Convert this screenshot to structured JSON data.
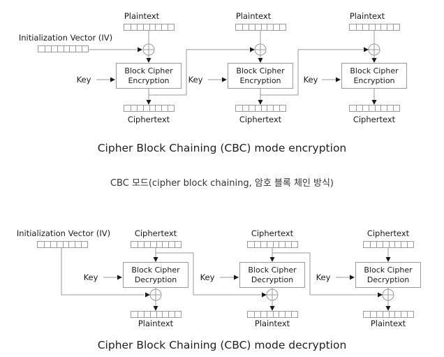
{
  "colors": {
    "line": "#9a9a9a",
    "arrow": "#1a1a1a",
    "text": "#1a1a1a",
    "caption": "#202122",
    "korean_caption": "#333333",
    "background": "#ffffff"
  },
  "register_cells": 8,
  "encryption": {
    "caption": "Cipher Block Chaining (CBC) mode encryption",
    "iv_label": "Initialization Vector (IV)",
    "key_label": "Key",
    "input_label": "Plaintext",
    "output_label": "Ciphertext",
    "box_line1": "Block Cipher",
    "box_line2": "Encryption"
  },
  "decryption": {
    "caption": "Cipher Block Chaining (CBC) mode decryption",
    "iv_label": "Initialization Vector (IV)",
    "key_label": "Key",
    "input_label": "Ciphertext",
    "output_label": "Plaintext",
    "box_line1": "Block Cipher",
    "box_line2": "Decryption"
  },
  "korean_caption": "CBC 모드(cipher block chaining, 암호 블록 체인 방식)"
}
